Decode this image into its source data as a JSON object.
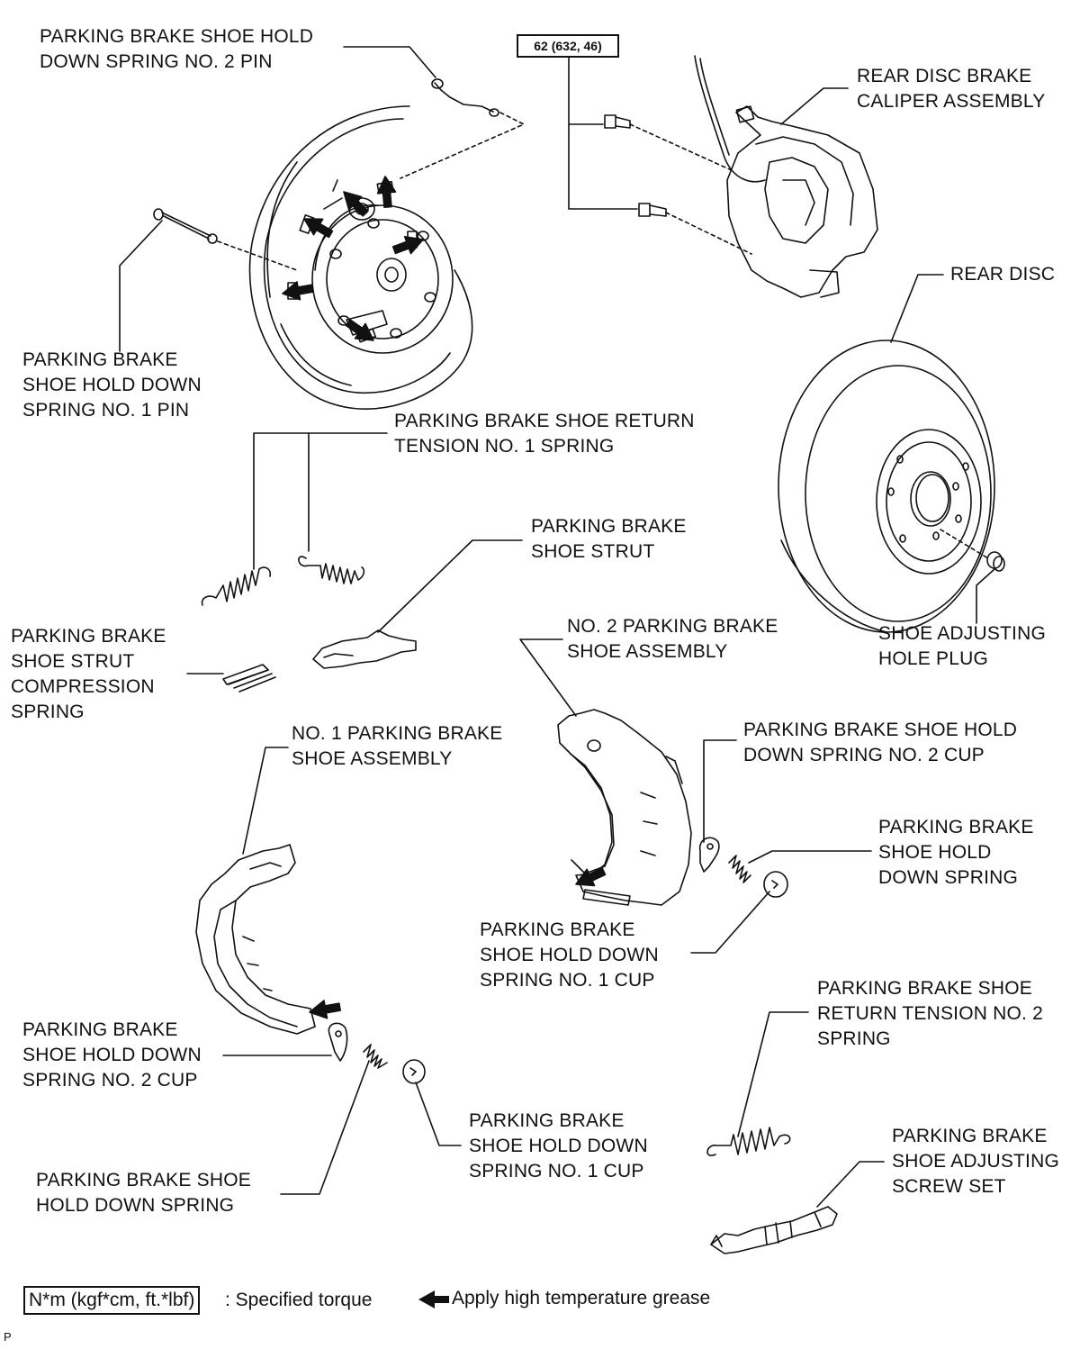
{
  "labels": {
    "pin2": [
      "PARKING BRAKE SHOE HOLD",
      "DOWN SPRING NO. 2 PIN"
    ],
    "pin1": [
      "PARKING BRAKE",
      "SHOE HOLD DOWN",
      "SPRING NO. 1 PIN"
    ],
    "caliper": [
      "REAR DISC BRAKE",
      "CALIPER ASSEMBLY"
    ],
    "disc": [
      "REAR DISC"
    ],
    "return1": [
      "PARKING BRAKE SHOE RETURN",
      "TENSION NO. 1 SPRING"
    ],
    "strut": [
      "PARKING BRAKE",
      "SHOE STRUT"
    ],
    "strut_spring": [
      "PARKING BRAKE",
      "SHOE STRUT",
      "COMPRESSION",
      "SPRING"
    ],
    "plug": [
      "SHOE ADJUSTING",
      "HOLE PLUG"
    ],
    "shoe2": [
      "NO. 2 PARKING BRAKE",
      "SHOE ASSEMBLY"
    ],
    "shoe1": [
      "NO. 1 PARKING BRAKE",
      "SHOE ASSEMBLY"
    ],
    "cup2_right": [
      "PARKING BRAKE SHOE HOLD",
      "DOWN SPRING NO. 2 CUP"
    ],
    "spring_right": [
      "PARKING BRAKE",
      "SHOE HOLD",
      "DOWN SPRING"
    ],
    "cup1_right": [
      "PARKING BRAKE",
      "SHOE HOLD DOWN",
      "SPRING NO. 1 CUP"
    ],
    "return2": [
      "PARKING BRAKE SHOE",
      "RETURN TENSION NO. 2",
      "SPRING"
    ],
    "cup2_left": [
      "PARKING BRAKE",
      "SHOE HOLD DOWN",
      "SPRING NO. 2 CUP"
    ],
    "cup1_left": [
      "PARKING BRAKE",
      "SHOE HOLD DOWN",
      "SPRING NO. 1 CUP"
    ],
    "spring_left": [
      "PARKING BRAKE SHOE",
      "HOLD DOWN SPRING"
    ],
    "adjuster": [
      "PARKING BRAKE",
      "SHOE ADJUSTING",
      "SCREW SET"
    ]
  },
  "torque_spec": "62 (632, 46)",
  "legend": {
    "torque_box": "N*m (kgf*cm, ft.*lbf)",
    "torque_text": ": Specified torque",
    "grease_text": "Apply high temperature grease"
  },
  "page_mark": "P",
  "colors": {
    "ink": "#111111",
    "paper": "#ffffff"
  },
  "icons": [
    "grease-arrow-icon"
  ]
}
